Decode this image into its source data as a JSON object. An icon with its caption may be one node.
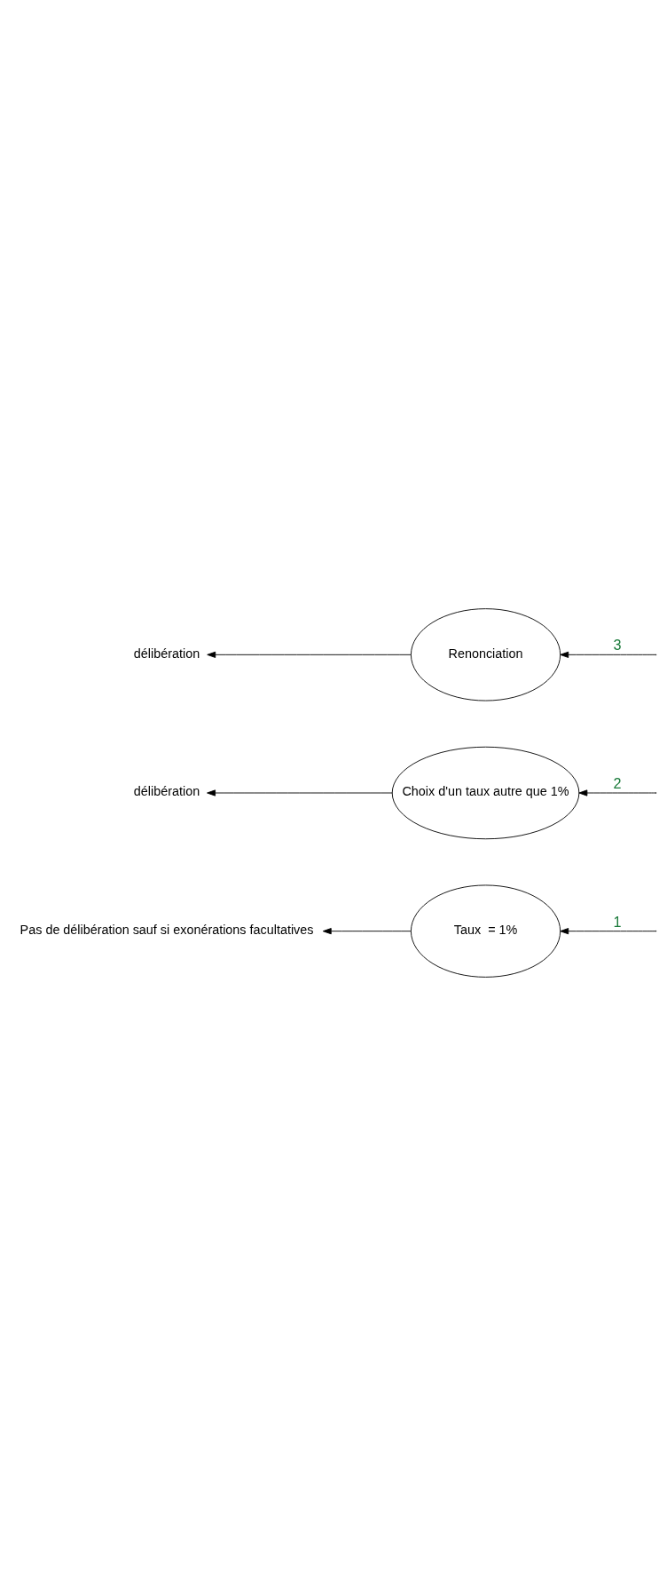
{
  "diagram": {
    "nodes": [
      {
        "text": [
          "Taux  = 1%"
        ]
      },
      {
        "text": [
          "Choix d'un taux autre que 1%"
        ]
      },
      {
        "text": [
          "Renonciation"
        ]
      },
      {
        "text": [
          "Pas de délibération sauf si exonérations facultatives"
        ]
      },
      {
        "text": [
          "délibération"
        ]
      },
      {
        "text": [
          "délibération"
        ]
      }
    ],
    "edges": [
      {
        "from": null,
        "to": 0,
        "arrow": "to",
        "label": "1"
      },
      {
        "from": null,
        "to": 1,
        "arrow": "to",
        "label": "2"
      },
      {
        "from": null,
        "to": 2,
        "arrow": "to",
        "label": "3"
      },
      {
        "from": 0,
        "to": 3,
        "arrow": "to"
      },
      {
        "from": 1,
        "to": 4,
        "arrow": "to"
      },
      {
        "from": 2,
        "to": 5,
        "arrow": "to"
      }
    ]
  }
}
